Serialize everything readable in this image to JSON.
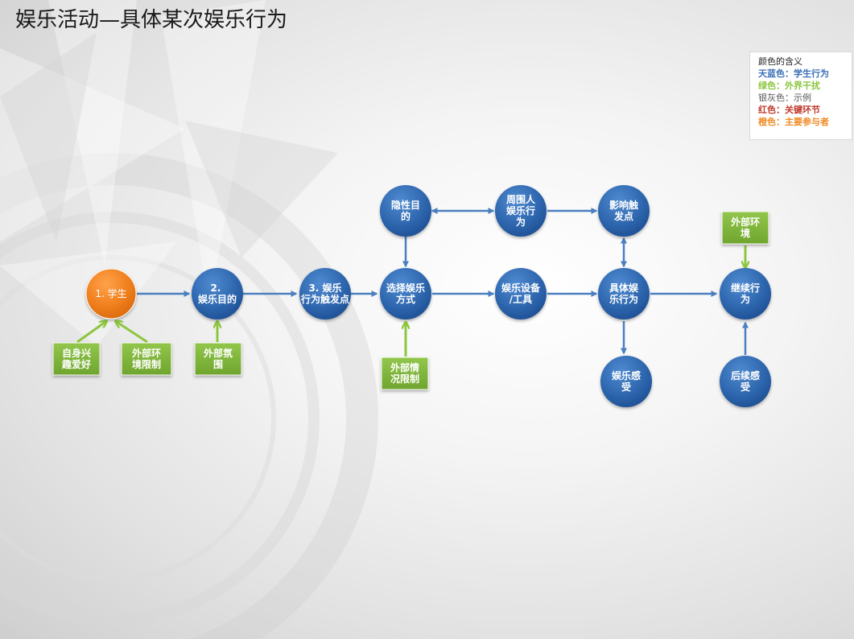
{
  "title": "娱乐活动—具体某次娱乐行为",
  "legend": {
    "heading": "颜色的含义",
    "items": [
      {
        "key": "天蓝色：",
        "value": "学生行为",
        "color": "#3a6fb5"
      },
      {
        "key": "绿色：",
        "value": "外界干扰",
        "color": "#8cc640"
      },
      {
        "key": "银灰色：",
        "value": "示例",
        "color": "#595959"
      },
      {
        "key": "红色：",
        "value": "关键环节",
        "color": "#c0392b"
      },
      {
        "key": "橙色：",
        "value": "主要参与者",
        "color": "#f08a24"
      }
    ]
  },
  "colors": {
    "blue_node": "#3069b3",
    "orange_node": "#f07f1e",
    "green_box": "#7fb63b",
    "arrow_blue": "#4a7fc0",
    "arrow_green": "#8dc63f"
  },
  "nodes": {
    "student": "1. 学生",
    "purpose": "2. 娱乐目的",
    "trigger": "3. 娱乐行为触发点",
    "choose": "选择娱乐方式",
    "hidden": "隐性目的",
    "others": "周围人娱乐行为",
    "influence": "影响触发点",
    "equipment": "娱乐设备/工具",
    "concrete": "具体娱乐行为",
    "continue": "继续行为",
    "feeling": "娱乐感受",
    "after": "后续感受"
  },
  "factors": {
    "interest": "自身兴趣爱好",
    "env_limit": "外部环境限制",
    "atmosphere": "外部氛围",
    "situation": "外部情况限制",
    "env": "外部环境"
  }
}
